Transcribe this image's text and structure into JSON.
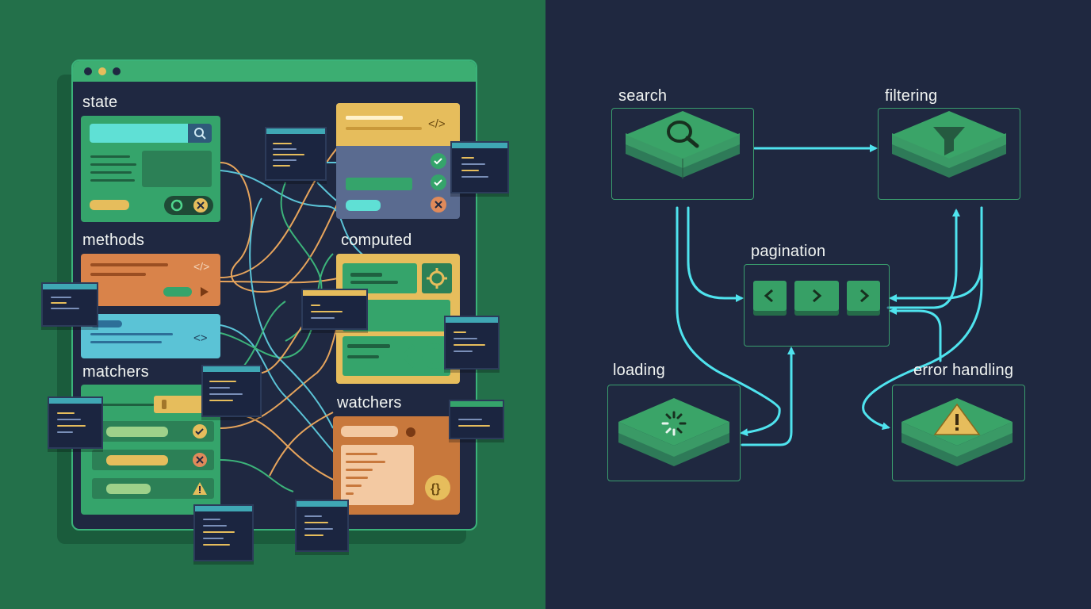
{
  "left": {
    "labels": {
      "state": "state",
      "methods": "methods",
      "matchers": "matchers",
      "computed": "computed",
      "watchers": "watchers"
    },
    "colors": {
      "background": "#23704a",
      "window": "#1f2841",
      "state_panel": "#35a46b",
      "methods_panel": "#d9834a",
      "blue_panel": "#5bc3d6",
      "matchers_panel": "#35a46b",
      "yellow_panel": "#e6bd5c",
      "watchers_panel": "#c8783c"
    },
    "icons": {
      "search": "search-icon",
      "code": "code-icon",
      "check": "check-icon",
      "close": "close-icon",
      "refresh": "refresh-icon",
      "play": "play-icon",
      "gear": "gear-icon",
      "warning": "warning-icon",
      "braces": "braces-icon"
    }
  },
  "right": {
    "labels": {
      "search": "search",
      "filtering": "filtering",
      "pagination": "pagination",
      "loading": "loading",
      "error_handling": "error handling"
    },
    "colors": {
      "background": "#1f2840",
      "node_green": "#3aa468",
      "connector": "#4fe3ee",
      "frame": "#3a9e6e"
    },
    "icons": {
      "search": "magnifier-icon",
      "filtering": "funnel-icon",
      "pagination": [
        "chevron-left-icon",
        "chevron-right-icon",
        "chevron-right-icon"
      ],
      "loading": "spinner-icon",
      "error_handling": "warning-icon"
    },
    "connections": [
      {
        "from": "search",
        "to": "filtering"
      },
      {
        "from": "search",
        "to": "pagination"
      },
      {
        "from": "search",
        "to": "loading"
      },
      {
        "from": "loading",
        "to": "pagination"
      },
      {
        "from": "filtering",
        "to": "pagination"
      },
      {
        "from": "pagination",
        "to": "filtering"
      },
      {
        "from": "filtering",
        "to": "error_handling"
      },
      {
        "from": "error_handling",
        "to": "pagination"
      }
    ]
  }
}
